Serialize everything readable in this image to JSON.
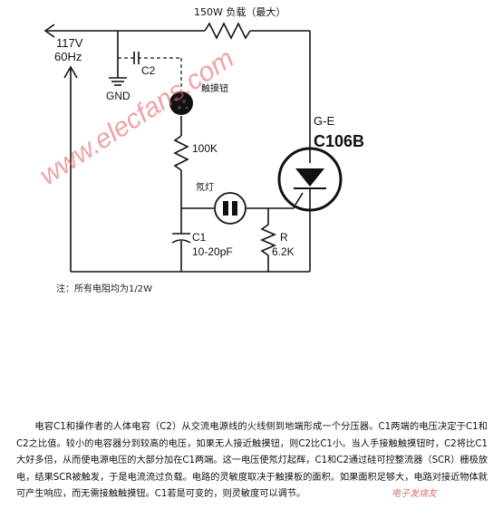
{
  "labels": {
    "load": "150W 负载（最大）",
    "voltage": "117V",
    "frequency": "60Hz",
    "c2": "C2",
    "gnd": "GND",
    "touch_plate": "触摸钮",
    "r_100k": "100K",
    "neon": "氖灯",
    "c1_name": "C1",
    "c1_value": "10-20pF",
    "r_name": "R",
    "r_value": "6.2K",
    "scr_maker": "G-E",
    "scr_model": "C106B"
  },
  "watermark": "www.elecfans.com",
  "note": "注：所有电阻均为1/2W",
  "description": "电容C1和操作者的人体电容（C2）从交流电源线的火线侧到地端形成一个分压器。C1两端的电压决定于C1和C2之比值。较小的电容器分到较高的电压，如果无人接近触摸钮，则C2比C1小。当人手接触触摸钮时，C2将比C1大好多倍，从而使电源电压的大部分加在C1两端。这一电压使氖灯起辉，C1和C2通过硅可控整流器（SCR）栅极放电，结果SCR被触发，于是电流流过负载。电路的灵敏度取决于触摸板的面积。如果面积足够大，电路对接近物体就可产生响应，而无需接触触摸钮。C1若是可变的，则灵敏度可以调节。",
  "corner_mark": "电子发烧友"
}
